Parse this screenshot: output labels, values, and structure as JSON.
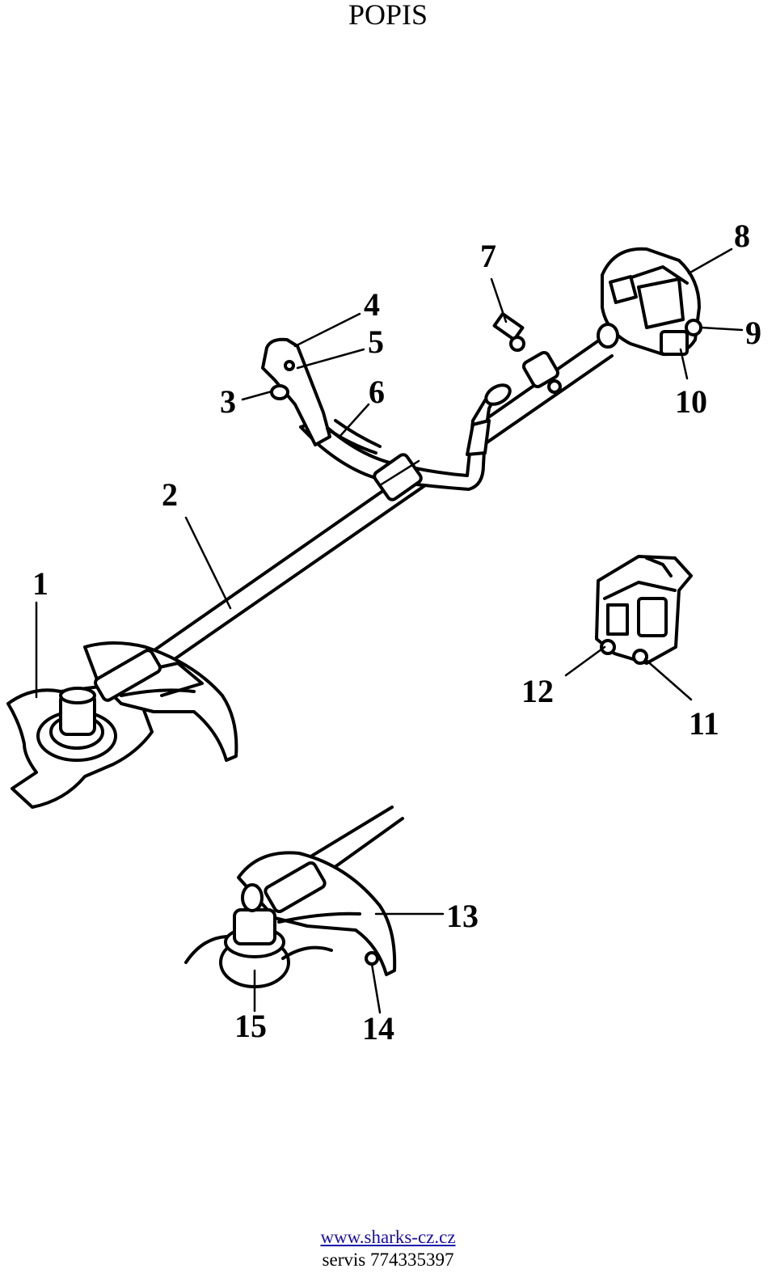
{
  "document": {
    "title": "POPIS",
    "part_labels": [
      "1",
      "2",
      "3",
      "4",
      "5",
      "6",
      "7",
      "8",
      "9",
      "10",
      "11",
      "12",
      "13",
      "14",
      "15"
    ],
    "footer": {
      "website": "www.sharks-cz.cz",
      "service": "servis 774335397"
    }
  }
}
